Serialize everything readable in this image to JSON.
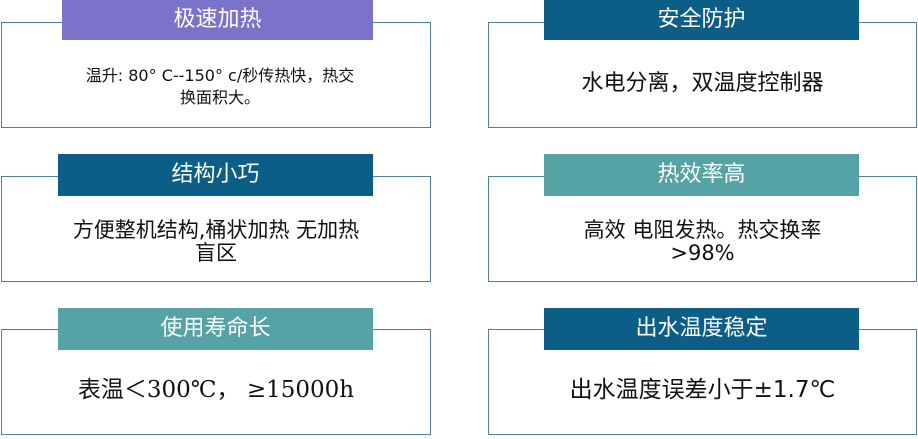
{
  "colors": {
    "purple": "#7b72c9",
    "navy": "#0d5e86",
    "teal": "#55a3a5",
    "border": "#4f8198"
  },
  "cards": [
    {
      "title": "极速加热",
      "title_color": "purple",
      "lines": [
        "温升: 80° C--150° c/秒传热快，热交",
        "换面积大。"
      ]
    },
    {
      "title": "安全防护",
      "title_color": "navy",
      "lines": [
        "水电分离，双温度控制器"
      ]
    },
    {
      "title": "结构小巧",
      "title_color": "navy",
      "lines": [
        "方便整机结构,桶状加热 无加热",
        "盲区"
      ]
    },
    {
      "title": "热效率高",
      "title_color": "teal",
      "lines": [
        "高效 电阻发热。热交换率",
        ">98%"
      ]
    },
    {
      "title": "使用寿命长",
      "title_color": "teal",
      "lines": [
        "表温＜300℃， ≥15000h"
      ]
    },
    {
      "title": "出水温度稳定",
      "title_color": "navy",
      "lines": [
        "出水温度误差小于±1.7℃"
      ]
    }
  ]
}
